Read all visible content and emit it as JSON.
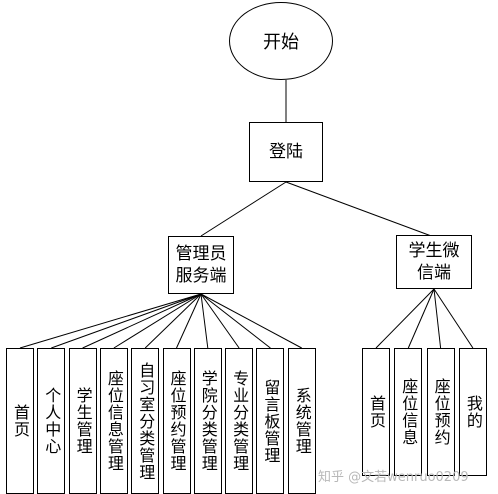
{
  "start": "开始",
  "login": "登陆",
  "admin_client": "管理员\n服务端",
  "student_client": "学生微\n信端",
  "admin_modules": [
    "首页",
    "个人中心",
    "学生管理",
    "座位信息管理",
    "自习室分类管理",
    "座位预约管理",
    "学院分类管理",
    "专业分类管理",
    "留言板管理",
    "系统管理"
  ],
  "student_modules": [
    "首页",
    "座位信息",
    "座位预约",
    "我的"
  ],
  "watermark": "知乎 @文若wenruo0209"
}
